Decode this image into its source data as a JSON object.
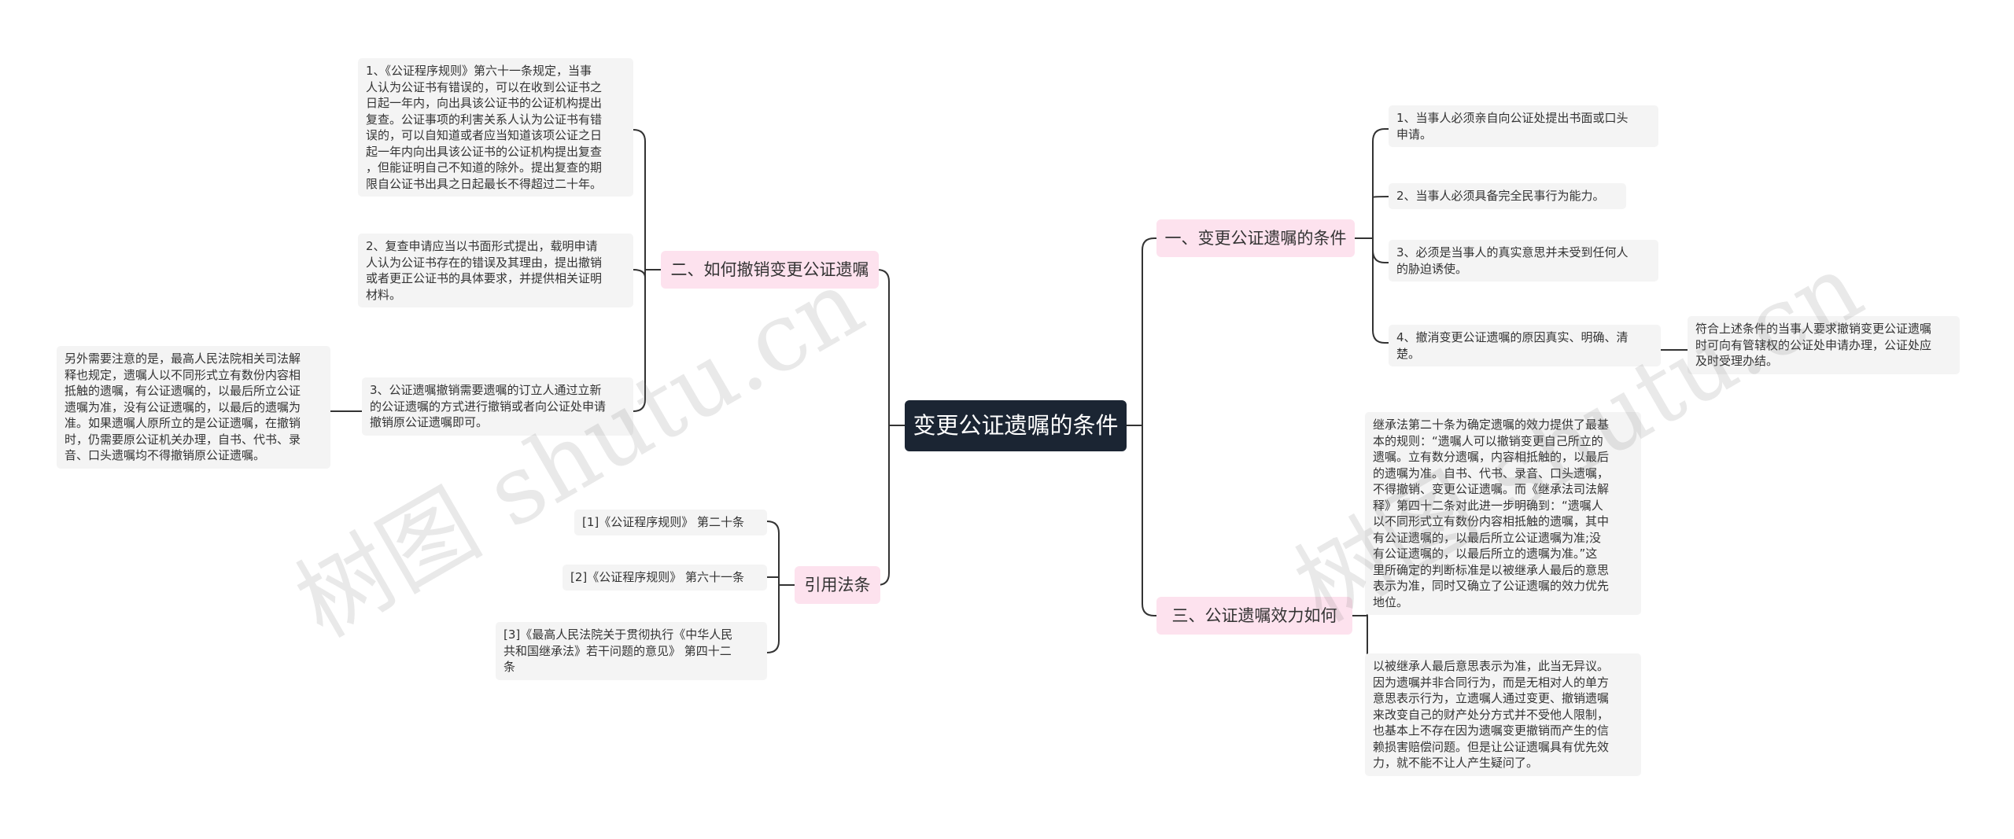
{
  "root": {
    "label": "变更公证遗嘱的条件"
  },
  "branches": {
    "b1": {
      "label": "一、变更公证遗嘱的条件"
    },
    "b2": {
      "label": "二、如何撤销变更公证遗嘱"
    },
    "b3": {
      "label": "三、公证遗嘱效力如何"
    },
    "b4": {
      "label": "引用法条"
    }
  },
  "leaves": {
    "b1_1": "1、当事人必须亲自向公证处提出书面或口头\n申请。",
    "b1_2": "2、当事人必须具备完全民事行为能力。",
    "b1_3": "3、必须是当事人的真实意思并未受到任何人\n的胁迫诱使。",
    "b1_4": "4、撤消变更公证遗嘱的原因真实、明确、清\n楚。",
    "b1_4_1": "符合上述条件的当事人要求撤销变更公证遗嘱\n时可向有管辖权的公证处申请办理，公证处应\n及时受理办结。",
    "b2_1": "1、《公证程序规则》第六十一条规定，当事\n人认为公证书有错误的，可以在收到公证书之\n日起一年内，向出具该公证书的公证机构提出\n复查。公证事项的利害关系人认为公证书有错\n误的，可以自知道或者应当知道该项公证之日\n起一年内向出具该公证书的公证机构提出复查\n，但能证明自己不知道的除外。提出复查的期\n限自公证书出具之日起最长不得超过二十年。",
    "b2_2": "2、复查申请应当以书面形式提出，载明申请\n人认为公证书存在的错误及其理由，提出撤销\n或者更正公证书的具体要求，并提供相关证明\n材料。",
    "b2_3": "3、公证遗嘱撤销需要遗嘱的订立人通过立新\n的公证遗嘱的方式进行撤销或者向公证处申请\n撤销原公证遗嘱即可。",
    "b2_3_1": "另外需要注意的是，最高人民法院相关司法解\n释也规定，遗嘱人以不同形式立有数份内容相\n抵触的遗嘱，有公证遗嘱的，以最后所立公证\n遗嘱为准，没有公证遗嘱的，以最后的遗嘱为\n准。如果遗嘱人原所立的是公证遗嘱，在撤销\n时，仍需要原公证机关办理，自书、代书、录\n音、口头遗嘱均不得撤销原公证遗嘱。",
    "b3_1": "继承法第二十条为确定遗嘱的效力提供了最基\n本的规则：“遗嘱人可以撤销变更自己所立的\n遗嘱。立有数分遗嘱，内容相抵触的，以最后\n的遗嘱为准。自书、代书、录音、口头遗嘱，\n不得撤销、变更公证遗嘱。而《继承法司法解\n释》第四十二条对此进一步明确到：“遗嘱人\n以不同形式立有数份内容相抵触的遗嘱，其中\n有公证遗嘱的，以最后所立公证遗嘱为准;没\n有公证遗嘱的，以最后所立的遗嘱为准。”这\n里所确定的判断标准是以被继承人最后的意思\n表示为准，同时又确立了公证遗嘱的效力优先\n地位。",
    "b3_2": "以被继承人最后意思表示为准，此当无异议。\n因为遗嘱并非合同行为，而是无相对人的单方\n意思表示行为，立遗嘱人通过变更、撤销遗嘱\n来改变自己的财产处分方式并不受他人限制，\n也基本上不存在因为遗嘱变更撤销而产生的信\n赖损害赔偿问题。但是让公证遗嘱具有优先效\n力，就不能不让人产生疑问了。",
    "b4_1": "[1]《公证程序规则》 第二十条",
    "b4_2": "[2]《公证程序规则》 第六十一条",
    "b4_3": "[3]《最高人民法院关于贯彻执行《中华人民\n共和国继承法》若干问题的意见》 第四十二\n条"
  },
  "watermarks": [
    "树图 shutu.cn",
    "树图 shutu.cn"
  ],
  "colors": {
    "root_bg": "#1b2533",
    "branch_bg": "#fde2ee",
    "leaf_bg": "#f4f4f4",
    "line": "#333333"
  }
}
